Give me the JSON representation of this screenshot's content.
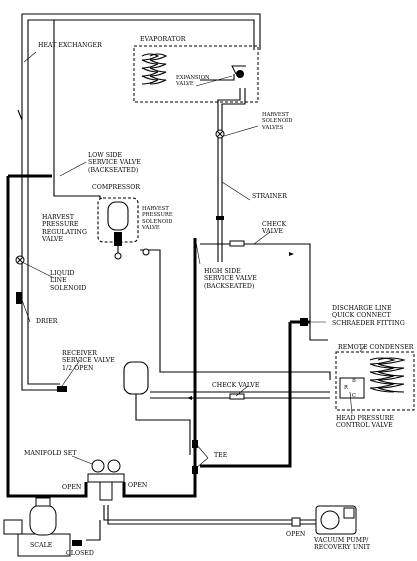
{
  "labels": {
    "heat_exchanger": "HEAT EXCHANGER",
    "evaporator": "EVAPORATOR",
    "expansion_valve": "EXPANSION\nVALVE",
    "harvest_solenoid_valves": "HARVEST\nSOLENOID\nVALVES",
    "low_side_service_valve": "LOW SIDE\nSERVICE VALVE\n(BACKSEATED)",
    "strainer": "STRAINER",
    "compressor": "COMPRESSOR",
    "harvest_pressure_regulating_valve": "HARVEST\nPRESSURE\nREGULATING\nVALVE",
    "harvest_pressure_solenoid_valve": "HARVEST\nPRESSURE\nSOLENOID\nVALVE",
    "check_valve_top": "CHECK\nVALVE",
    "liquid_line_solenoid": "LIQUID\nLINE\nSOLENOID",
    "high_side_service_valve": "HIGH SIDE\nSERVICE VALVE\n(BACKSEATED)",
    "drier": "DRIER",
    "discharge_line": "DISCHARGE LINE\nQUICK CONNECT\nSCHRAEDER FITTING",
    "remote_condenser": "REMOTE CONDENSER",
    "receiver_service_valve": "RECEIVER\nSERVICE VALVE\n1/2 OPEN",
    "check_valve_mid": "CHECK VALVE",
    "head_pressure_control_valve": "HEAD PRESSURE\nCONTROL VALVE",
    "tee": "TEE",
    "manifold_set": "MANIFOLD SET",
    "open_left": "OPEN",
    "open_right": "OPEN",
    "open_pump": "OPEN",
    "scale": "SCALE",
    "closed": "CLOSED",
    "vacuum_pump": "VACUUM PUMP/\nRECOVERY UNIT",
    "valve_b": "B",
    "valve_r": "R",
    "valve_c": "C"
  }
}
